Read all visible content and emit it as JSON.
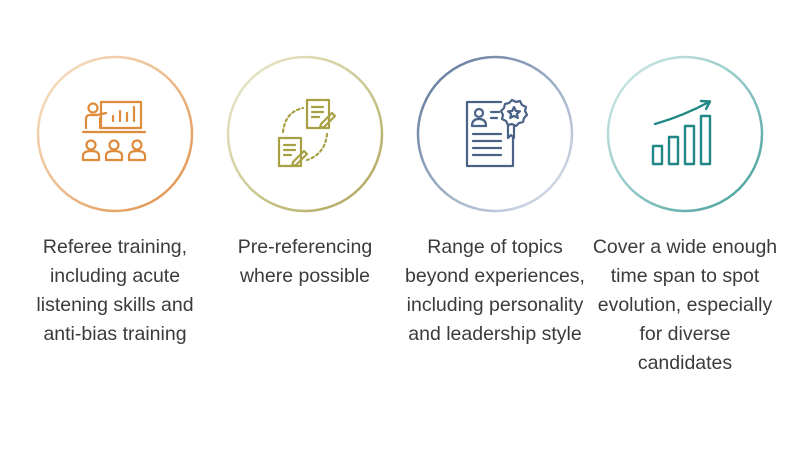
{
  "items": [
    {
      "caption": "Referee training, including acute listening skills and anti-bias training",
      "icon": "presentation-training-icon",
      "color": "#de8c3c",
      "ring_gradient": [
        "#f5d7b8",
        "#e19a56"
      ]
    },
    {
      "caption": "Pre-referencing where possible",
      "icon": "document-exchange-icon",
      "color": "#a8a045",
      "ring_gradient": [
        "#e8e6c8",
        "#b2aa5c"
      ]
    },
    {
      "caption": "Range of topics beyond experiences, including personality and leadership style",
      "icon": "profile-certificate-icon",
      "color": "#4a6286",
      "ring_gradient": [
        "#d4dbe6",
        "#5a7196"
      ]
    },
    {
      "caption": "Cover a wide enough time span to spot evolution, especially for diverse candidates",
      "icon": "growth-chart-icon",
      "color": "#1f8784",
      "ring_gradient": [
        "#cfe7e6",
        "#3e9d99"
      ]
    }
  ]
}
